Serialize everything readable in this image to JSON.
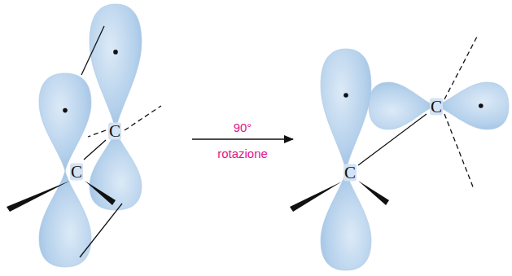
{
  "diagram": {
    "labels": [
      "C",
      "C",
      "90°",
      "rotazione",
      "C",
      "C"
    ]
  }
}
